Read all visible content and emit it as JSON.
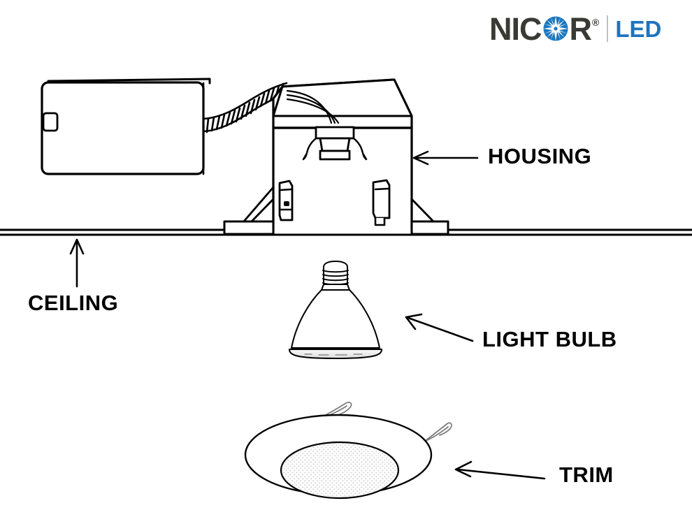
{
  "brand": {
    "name": "NICOR",
    "name_part_1": "NIC",
    "name_part_2": "R",
    "trademark": "®",
    "product_line": "LED",
    "logo_icon": "starburst-icon",
    "colors": {
      "wordmark": "#3a3a35",
      "product_line": "#1f73bd",
      "burst": "#1d78bf",
      "divider": "#b9c2c9"
    }
  },
  "diagram": {
    "title": "Recessed LED downlight exploded assembly",
    "stroke_color": "#000000",
    "accent_wire_color": "#6e6e6e",
    "callouts": [
      {
        "id": "housing",
        "label": "HOUSING",
        "arrow": "arrow-left",
        "points_to": "housing-can"
      },
      {
        "id": "ceiling",
        "label": "CEILING",
        "arrow": "arrow-up",
        "points_to": "ceiling-line"
      },
      {
        "id": "light_bulb",
        "label": "LIGHT BULB",
        "arrow": "arrow-left-up",
        "points_to": "par-lamp"
      },
      {
        "id": "trim",
        "label": "TRIM",
        "arrow": "arrow-left",
        "points_to": "trim-ring"
      }
    ],
    "components": [
      {
        "id": "junction-box",
        "name": "Junction box"
      },
      {
        "id": "flexible-conduit",
        "name": "Flexible conduit"
      },
      {
        "id": "housing-can",
        "name": "Housing can"
      },
      {
        "id": "lamp-socket",
        "name": "Lamp socket"
      },
      {
        "id": "mounting-bracket",
        "name": "Mounting bracket"
      },
      {
        "id": "ceiling-line",
        "name": "Ceiling plane"
      },
      {
        "id": "par-lamp",
        "name": "PAR light bulb"
      },
      {
        "id": "trim-ring",
        "name": "Trim ring"
      },
      {
        "id": "trim-spring",
        "name": "Torsion spring clip"
      }
    ]
  }
}
